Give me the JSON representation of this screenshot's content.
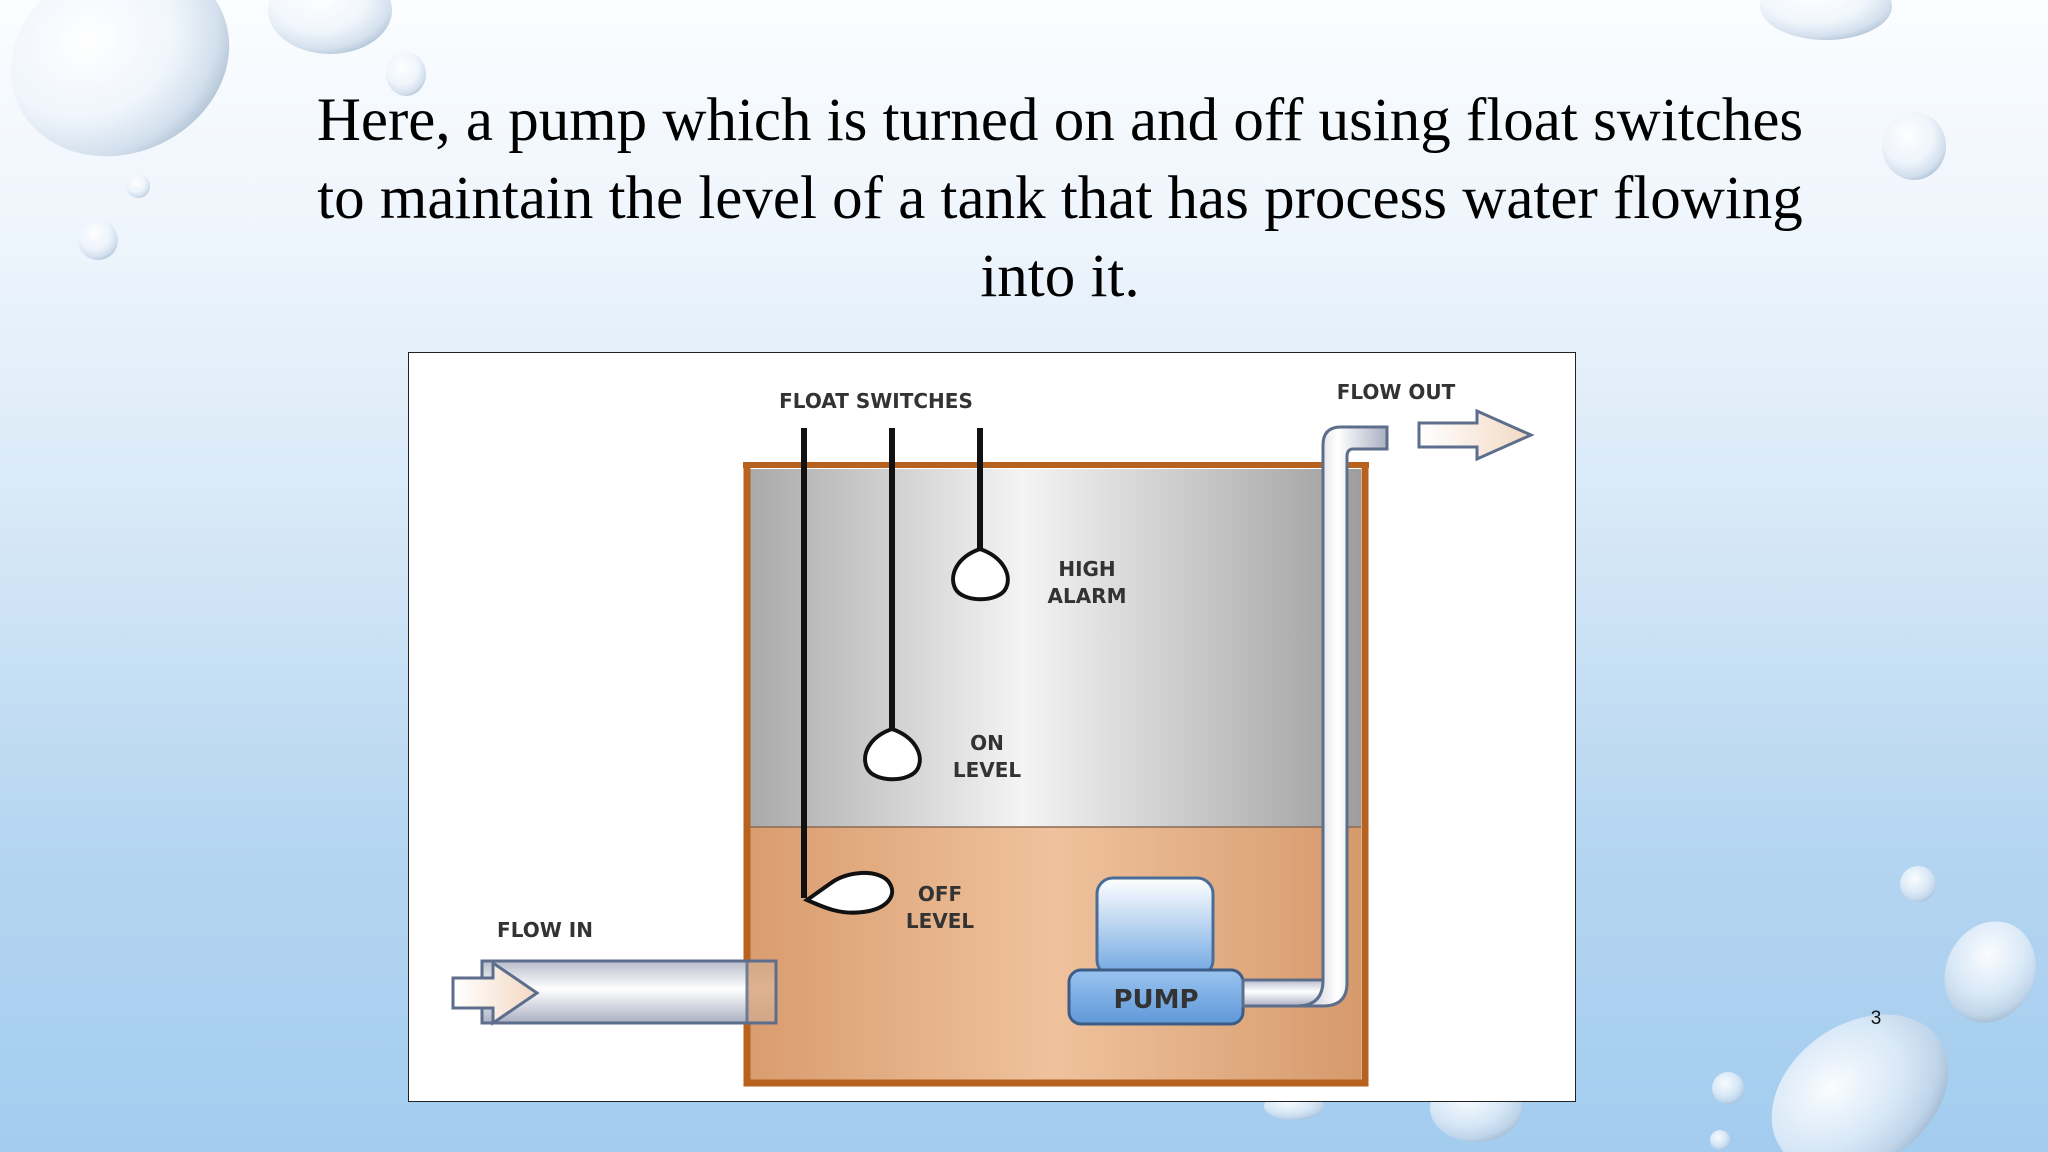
{
  "slide": {
    "title_lines": [
      "Here, a pump which is turned on and off using float switches",
      "to maintain the level of a tank that has process water flowing",
      "into it."
    ],
    "page_number": "3"
  },
  "diagram": {
    "labels": {
      "float_switches": "FLOAT SWITCHES",
      "flow_out": "FLOW OUT",
      "high_alarm": [
        "HIGH",
        "ALARM"
      ],
      "on_level": [
        "ON",
        "LEVEL"
      ],
      "off_level": [
        "OFF",
        "LEVEL"
      ],
      "flow_in": "FLOW IN",
      "pump": "PUMP"
    },
    "colors": {
      "tank_wall": "#b8621f",
      "water": "#e7b187",
      "air_gray": "#c9c9c9",
      "pump_blue": "#7fb1e6",
      "pipe": "#dcdde6"
    },
    "icons": [
      "float-ball-icon",
      "arrow-right-icon",
      "water-drop-icon"
    ]
  }
}
